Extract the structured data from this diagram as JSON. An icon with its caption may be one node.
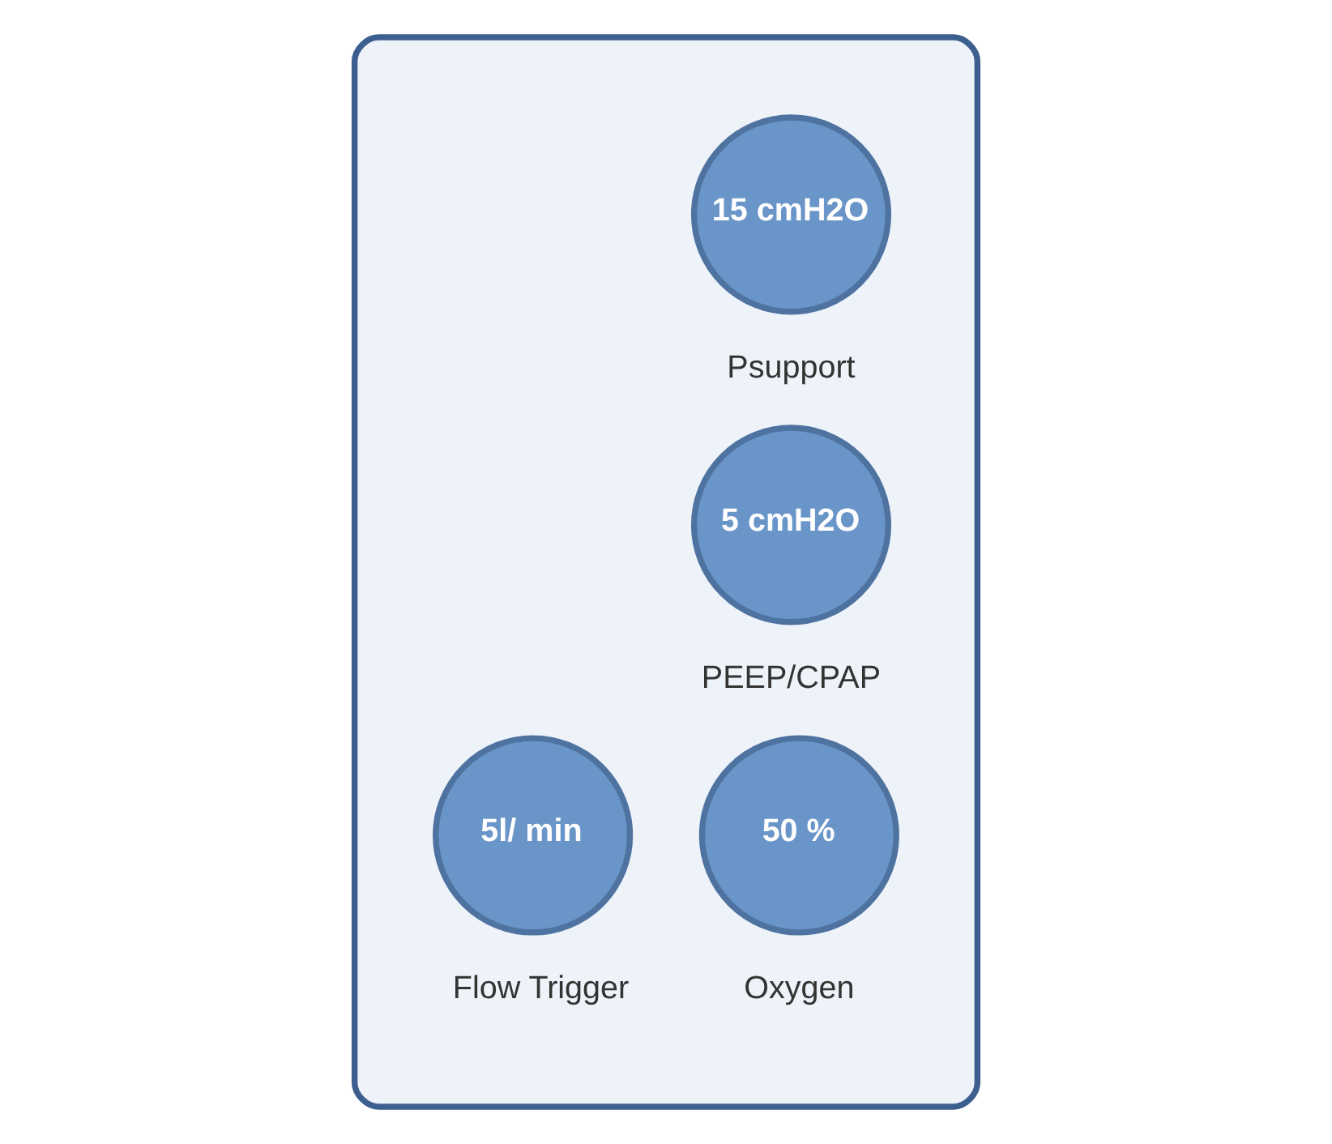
{
  "diagram": {
    "nodes": [
      {
        "text": [],
        "shape": "box"
      },
      {
        "text": [
          "15 cmH2O"
        ],
        "in": 0,
        "beside": [
          "Psupport"
        ]
      },
      {
        "text": [
          "5 cmH2O"
        ],
        "in": 0,
        "beside": [
          "PEEP/CPAP"
        ]
      },
      {
        "text": [
          "5l/ min"
        ],
        "in": 0,
        "beside": [
          "Flow Trigger"
        ]
      },
      {
        "text": [
          "50 %"
        ],
        "in": 0,
        "beside": [
          "Oxygen"
        ]
      }
    ],
    "edges": []
  }
}
